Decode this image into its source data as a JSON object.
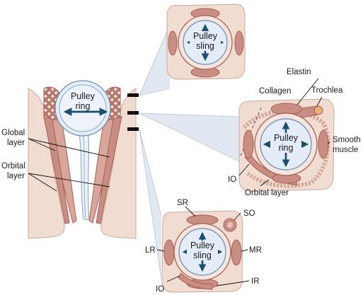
{
  "colors": {
    "muscle": "#c98e83",
    "muscle_dark": "#a85f55",
    "tissue": "#f1dcd2",
    "tissue_edge": "#c9a99d",
    "pulley": "#f4e6df",
    "eye": "#e3ecf7",
    "arrow": "#1c4e6e",
    "beam": "#dbe3ee",
    "marker": "#111111",
    "stroke": "#7a4a40"
  },
  "labels": {
    "global_layer": [
      "Global",
      "layer"
    ],
    "orbital_layer_left": [
      "Orbital",
      "layer"
    ],
    "center_pulley": [
      "Pulley",
      "ring"
    ],
    "top_pulley": [
      "Pulley",
      "sling"
    ],
    "mid_pulley": [
      "Pulley",
      "ring"
    ],
    "bottom_pulley": [
      "Pulley",
      "sling"
    ],
    "elastin": "Elastin",
    "collagen": "Collagen",
    "trochlea": "Trochlea",
    "smooth_muscle": [
      "Smooth",
      "muscle"
    ],
    "io_mid": "IO",
    "orbital_layer_mid": "Orbital layer",
    "sr": "SR",
    "so": "SO",
    "lr": "LR",
    "mr": "MR",
    "io_bottom": "IO",
    "ir": "IR"
  },
  "icons": [
    "double-arrow-icon",
    "section-marker-icon"
  ]
}
